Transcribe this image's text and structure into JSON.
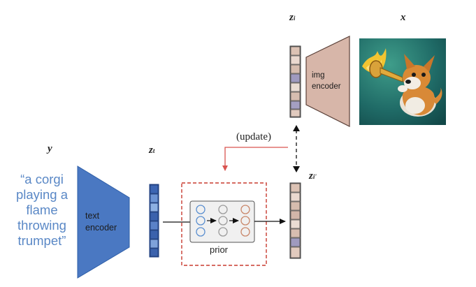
{
  "labels": {
    "y": "y",
    "x": "x",
    "z_t_base": "z",
    "z_t_sub": "t",
    "z_i_base": "z",
    "z_i_sub": "i",
    "z_i2_base": "z",
    "z_i2_sub": "i'"
  },
  "caption_lines": [
    "“a corgi",
    "playing a",
    "flame",
    "throwing",
    "trumpet”"
  ],
  "text_encoder": {
    "line1": "text",
    "line2": "encoder"
  },
  "img_encoder": {
    "line1": "img",
    "line2": "encoder"
  },
  "update_label": "(update)",
  "prior_label": "prior",
  "colors": {
    "text_encoder_fill": "#4a78c2",
    "img_encoder_fill": "#d7b6a9",
    "caption_color": "#5a88c6",
    "dashed_box": "#c83a2f",
    "update_arrow": "#d9534f"
  },
  "image": {
    "description_icon": "corgi-trumpet-image"
  }
}
